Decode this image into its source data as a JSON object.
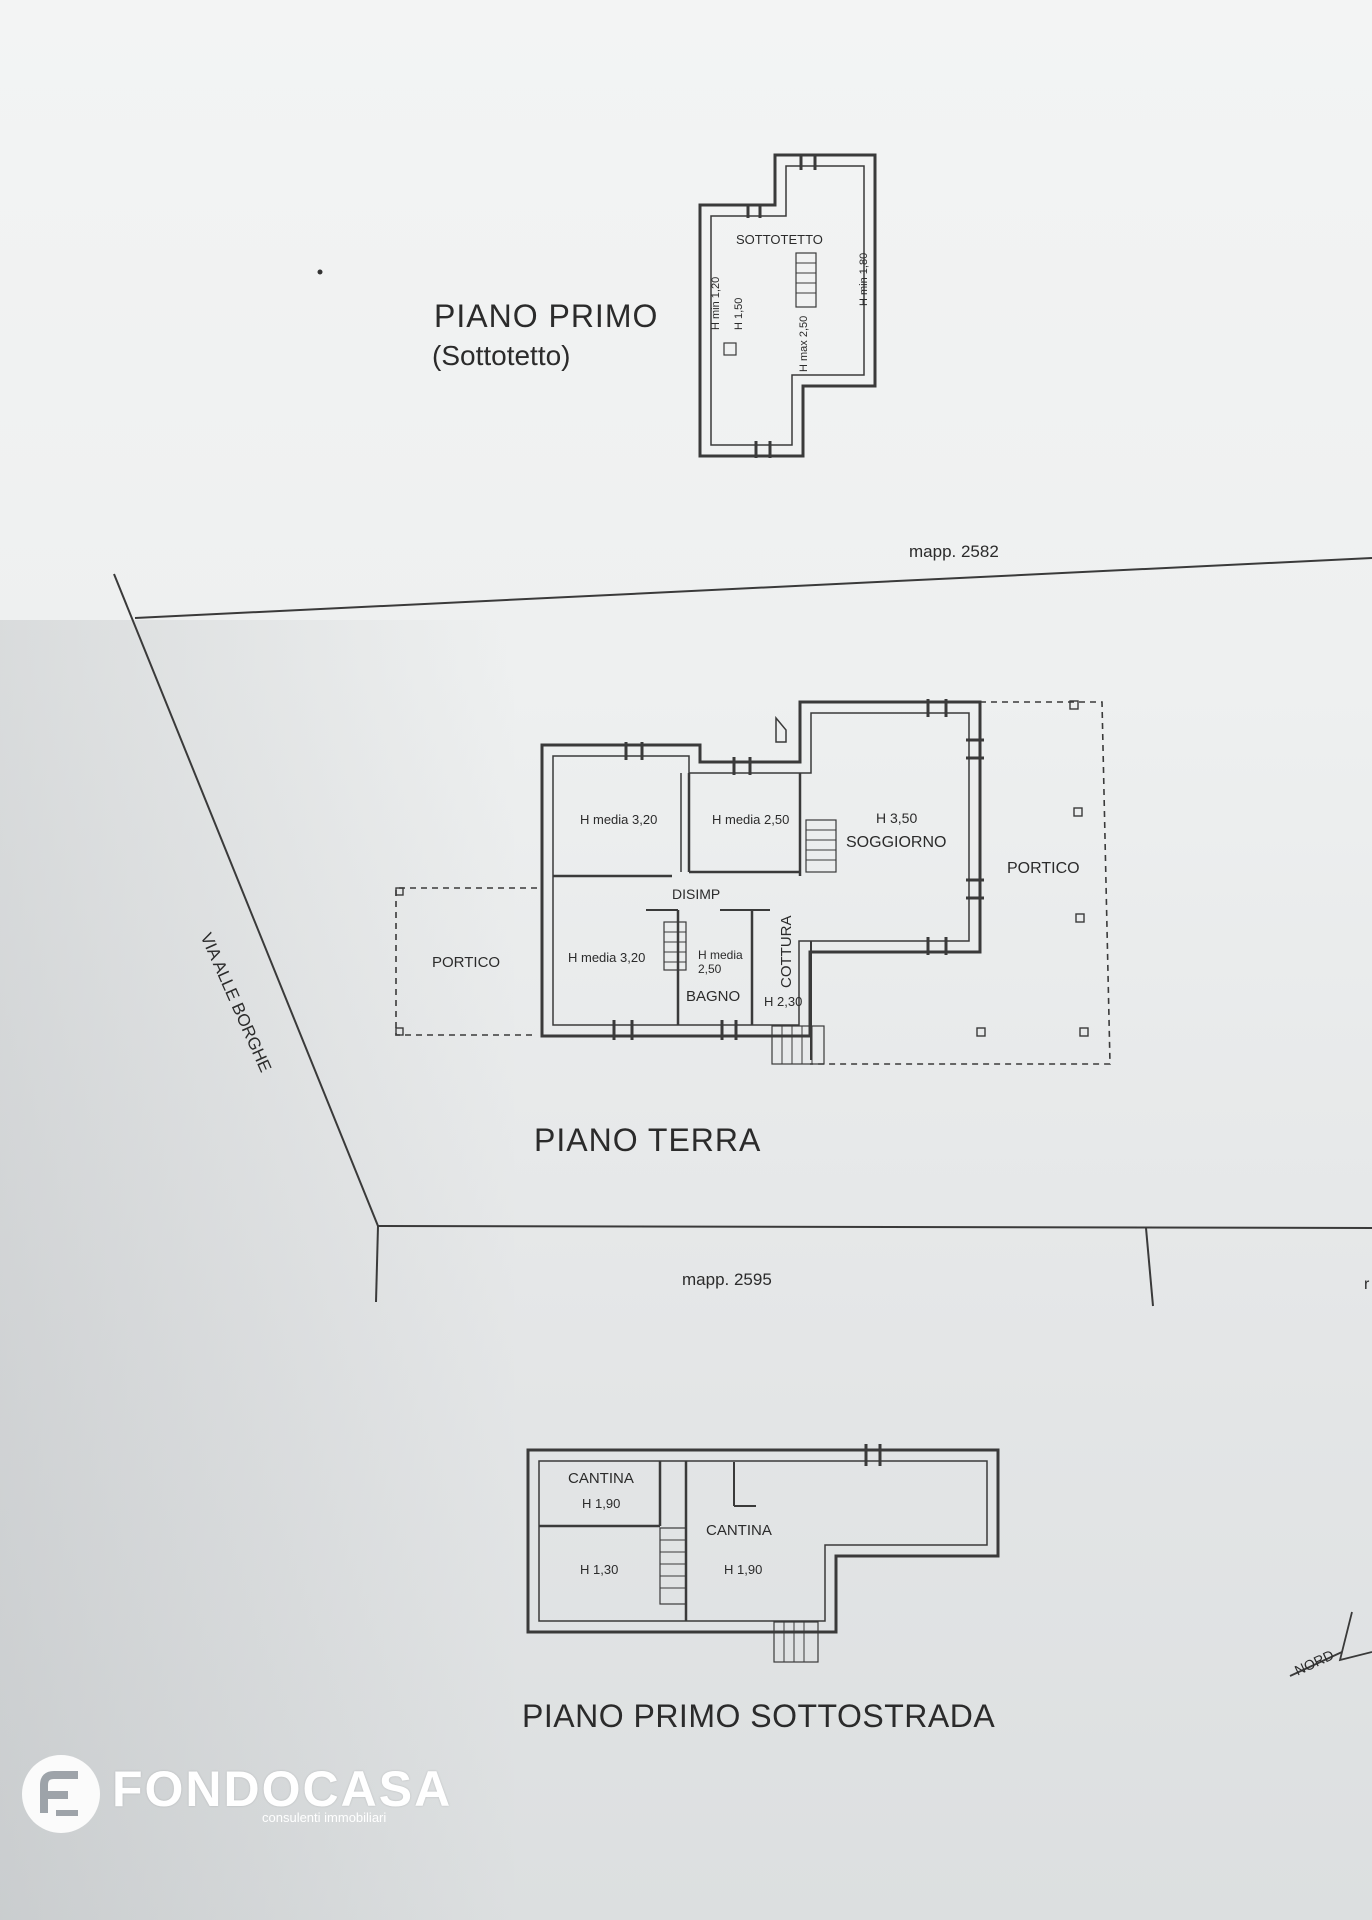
{
  "floors": {
    "first": {
      "title": "PIANO PRIMO",
      "subtitle": "(Sottotetto)",
      "room": "SOTTOTETTO",
      "h_min_left": "H min 1,20",
      "h_left": "H 1,50",
      "h_max": "H max 2,50",
      "h_min_right": "H min 1,80"
    },
    "ground": {
      "title": "PIANO TERRA",
      "rooms": {
        "room_a": "H media 3,20",
        "room_b": "H media 2,50",
        "room_c": "H media 3,20",
        "soggiorno_h": "H 3,50",
        "soggiorno": "SOGGIORNO",
        "disimp": "DISIMP",
        "bagno_h1": "H media",
        "bagno_h2": "2,50",
        "bagno": "BAGNO",
        "cottura": "COTTURA",
        "cottura_h": "H 2,30",
        "portico_left": "PORTICO",
        "portico_right": "PORTICO"
      }
    },
    "basement": {
      "title": "PIANO PRIMO SOTTOSTRADA",
      "rooms": {
        "cantina_small": "CANTINA",
        "cantina_small_h": "H 1,90",
        "room_low_h": "H 1,30",
        "cantina_big": "CANTINA",
        "cantina_big_h": "H 1,90"
      }
    }
  },
  "map_labels": {
    "mapp_top": "mapp. 2582",
    "mapp_bottom": "mapp. 2595",
    "street": "VIA ALLE BORGHE",
    "north": "NORD",
    "edge_letter": "r"
  },
  "logo": {
    "name": "FONDOCASA",
    "tagline": "consulenti immobiliari"
  }
}
